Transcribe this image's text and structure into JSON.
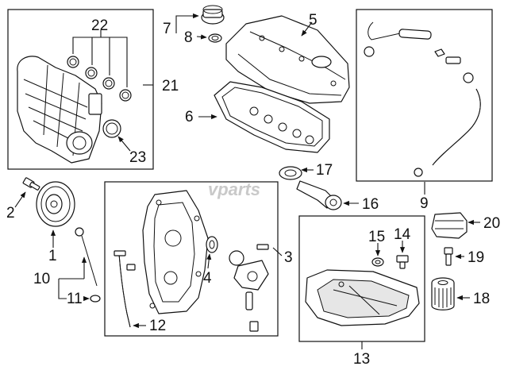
{
  "watermark": "vparts",
  "callouts": {
    "n1": "1",
    "n2": "2",
    "n3": "3",
    "n4": "4",
    "n5": "5",
    "n6": "6",
    "n7": "7",
    "n8": "8",
    "n9": "9",
    "n10": "10",
    "n11": "11",
    "n12": "12",
    "n13": "13",
    "n14": "14",
    "n15": "15",
    "n16": "16",
    "n17": "17",
    "n18": "18",
    "n19": "19",
    "n20": "20",
    "n21": "21",
    "n22": "22",
    "n23": "23"
  }
}
